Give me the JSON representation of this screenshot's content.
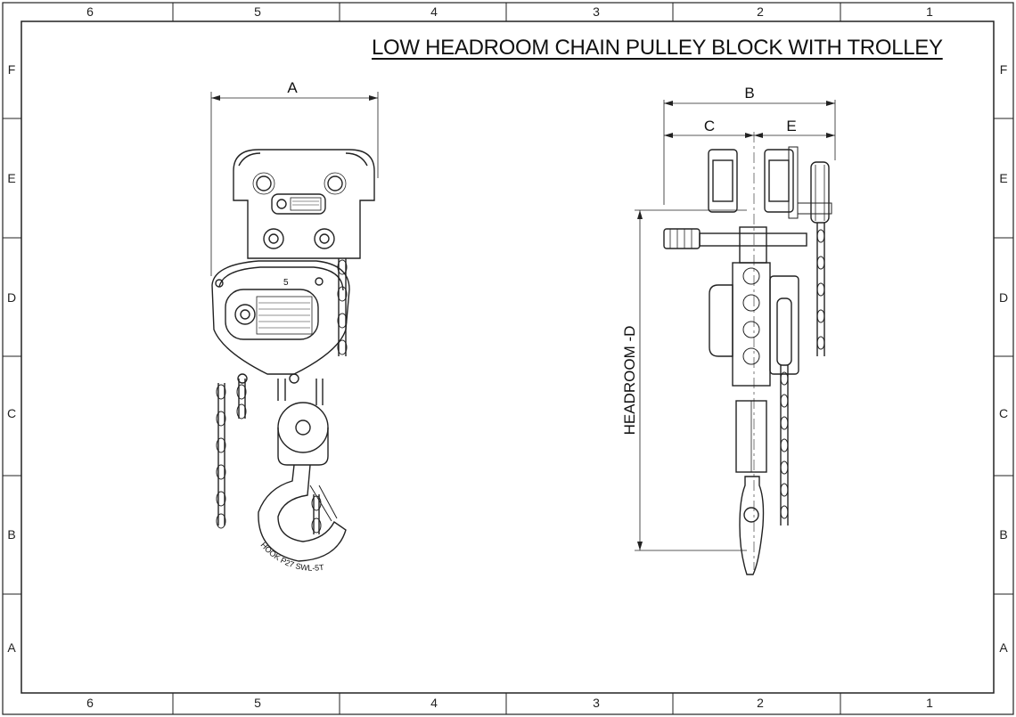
{
  "drawing": {
    "title": "LOW HEADROOM CHAIN PULLEY BLOCK WITH TROLLEY",
    "column_zones": [
      "6",
      "5",
      "4",
      "3",
      "2",
      "1"
    ],
    "row_zones": [
      "F",
      "E",
      "D",
      "C",
      "B",
      "A"
    ],
    "dimensions": {
      "a": "A",
      "b": "B",
      "c": "C",
      "e": "E",
      "headroom": "HEADROOM -D"
    },
    "hook_label": "HOOK P27 SWL-5T",
    "nameplate_text": "5"
  }
}
